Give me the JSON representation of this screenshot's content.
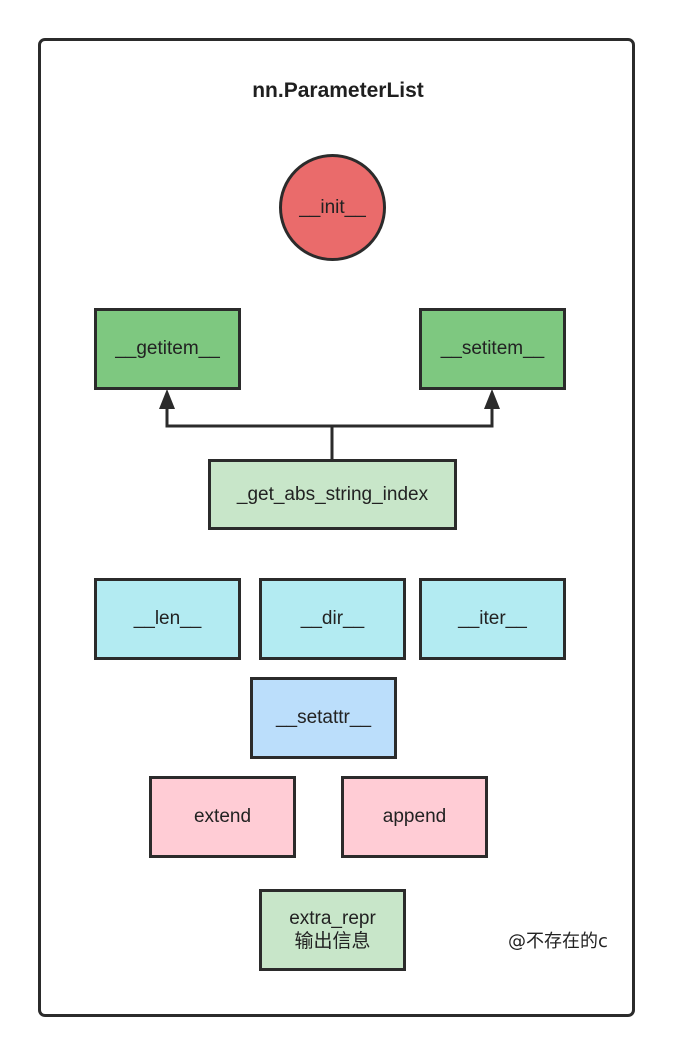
{
  "title": "nn.ParameterList",
  "nodes": {
    "init": {
      "label": "__init__",
      "color": "#ea6b6b"
    },
    "getitem": {
      "label": "__getitem__",
      "color": "#7ec880"
    },
    "setitem": {
      "label": "__setitem__",
      "color": "#7ec880"
    },
    "get_abs_string_index": {
      "label": "_get_abs_string_index",
      "color": "#c8e6c9"
    },
    "len": {
      "label": "__len__",
      "color": "#b3ebf2"
    },
    "dir": {
      "label": "__dir__",
      "color": "#b3ebf2"
    },
    "iter": {
      "label": "__iter__",
      "color": "#b3ebf2"
    },
    "setattr": {
      "label": "__setattr__",
      "color": "#bbdefb"
    },
    "extend": {
      "label": "extend",
      "color": "#ffccd5"
    },
    "append": {
      "label": "append",
      "color": "#ffccd5"
    },
    "extra_repr": {
      "line1": "extra_repr",
      "line2": "输出信息",
      "color": "#c8e6c9"
    }
  },
  "edges": [
    {
      "from": "get_abs_string_index",
      "to": "getitem"
    },
    {
      "from": "get_abs_string_index",
      "to": "setitem"
    }
  ],
  "watermark": "@不存在的c"
}
